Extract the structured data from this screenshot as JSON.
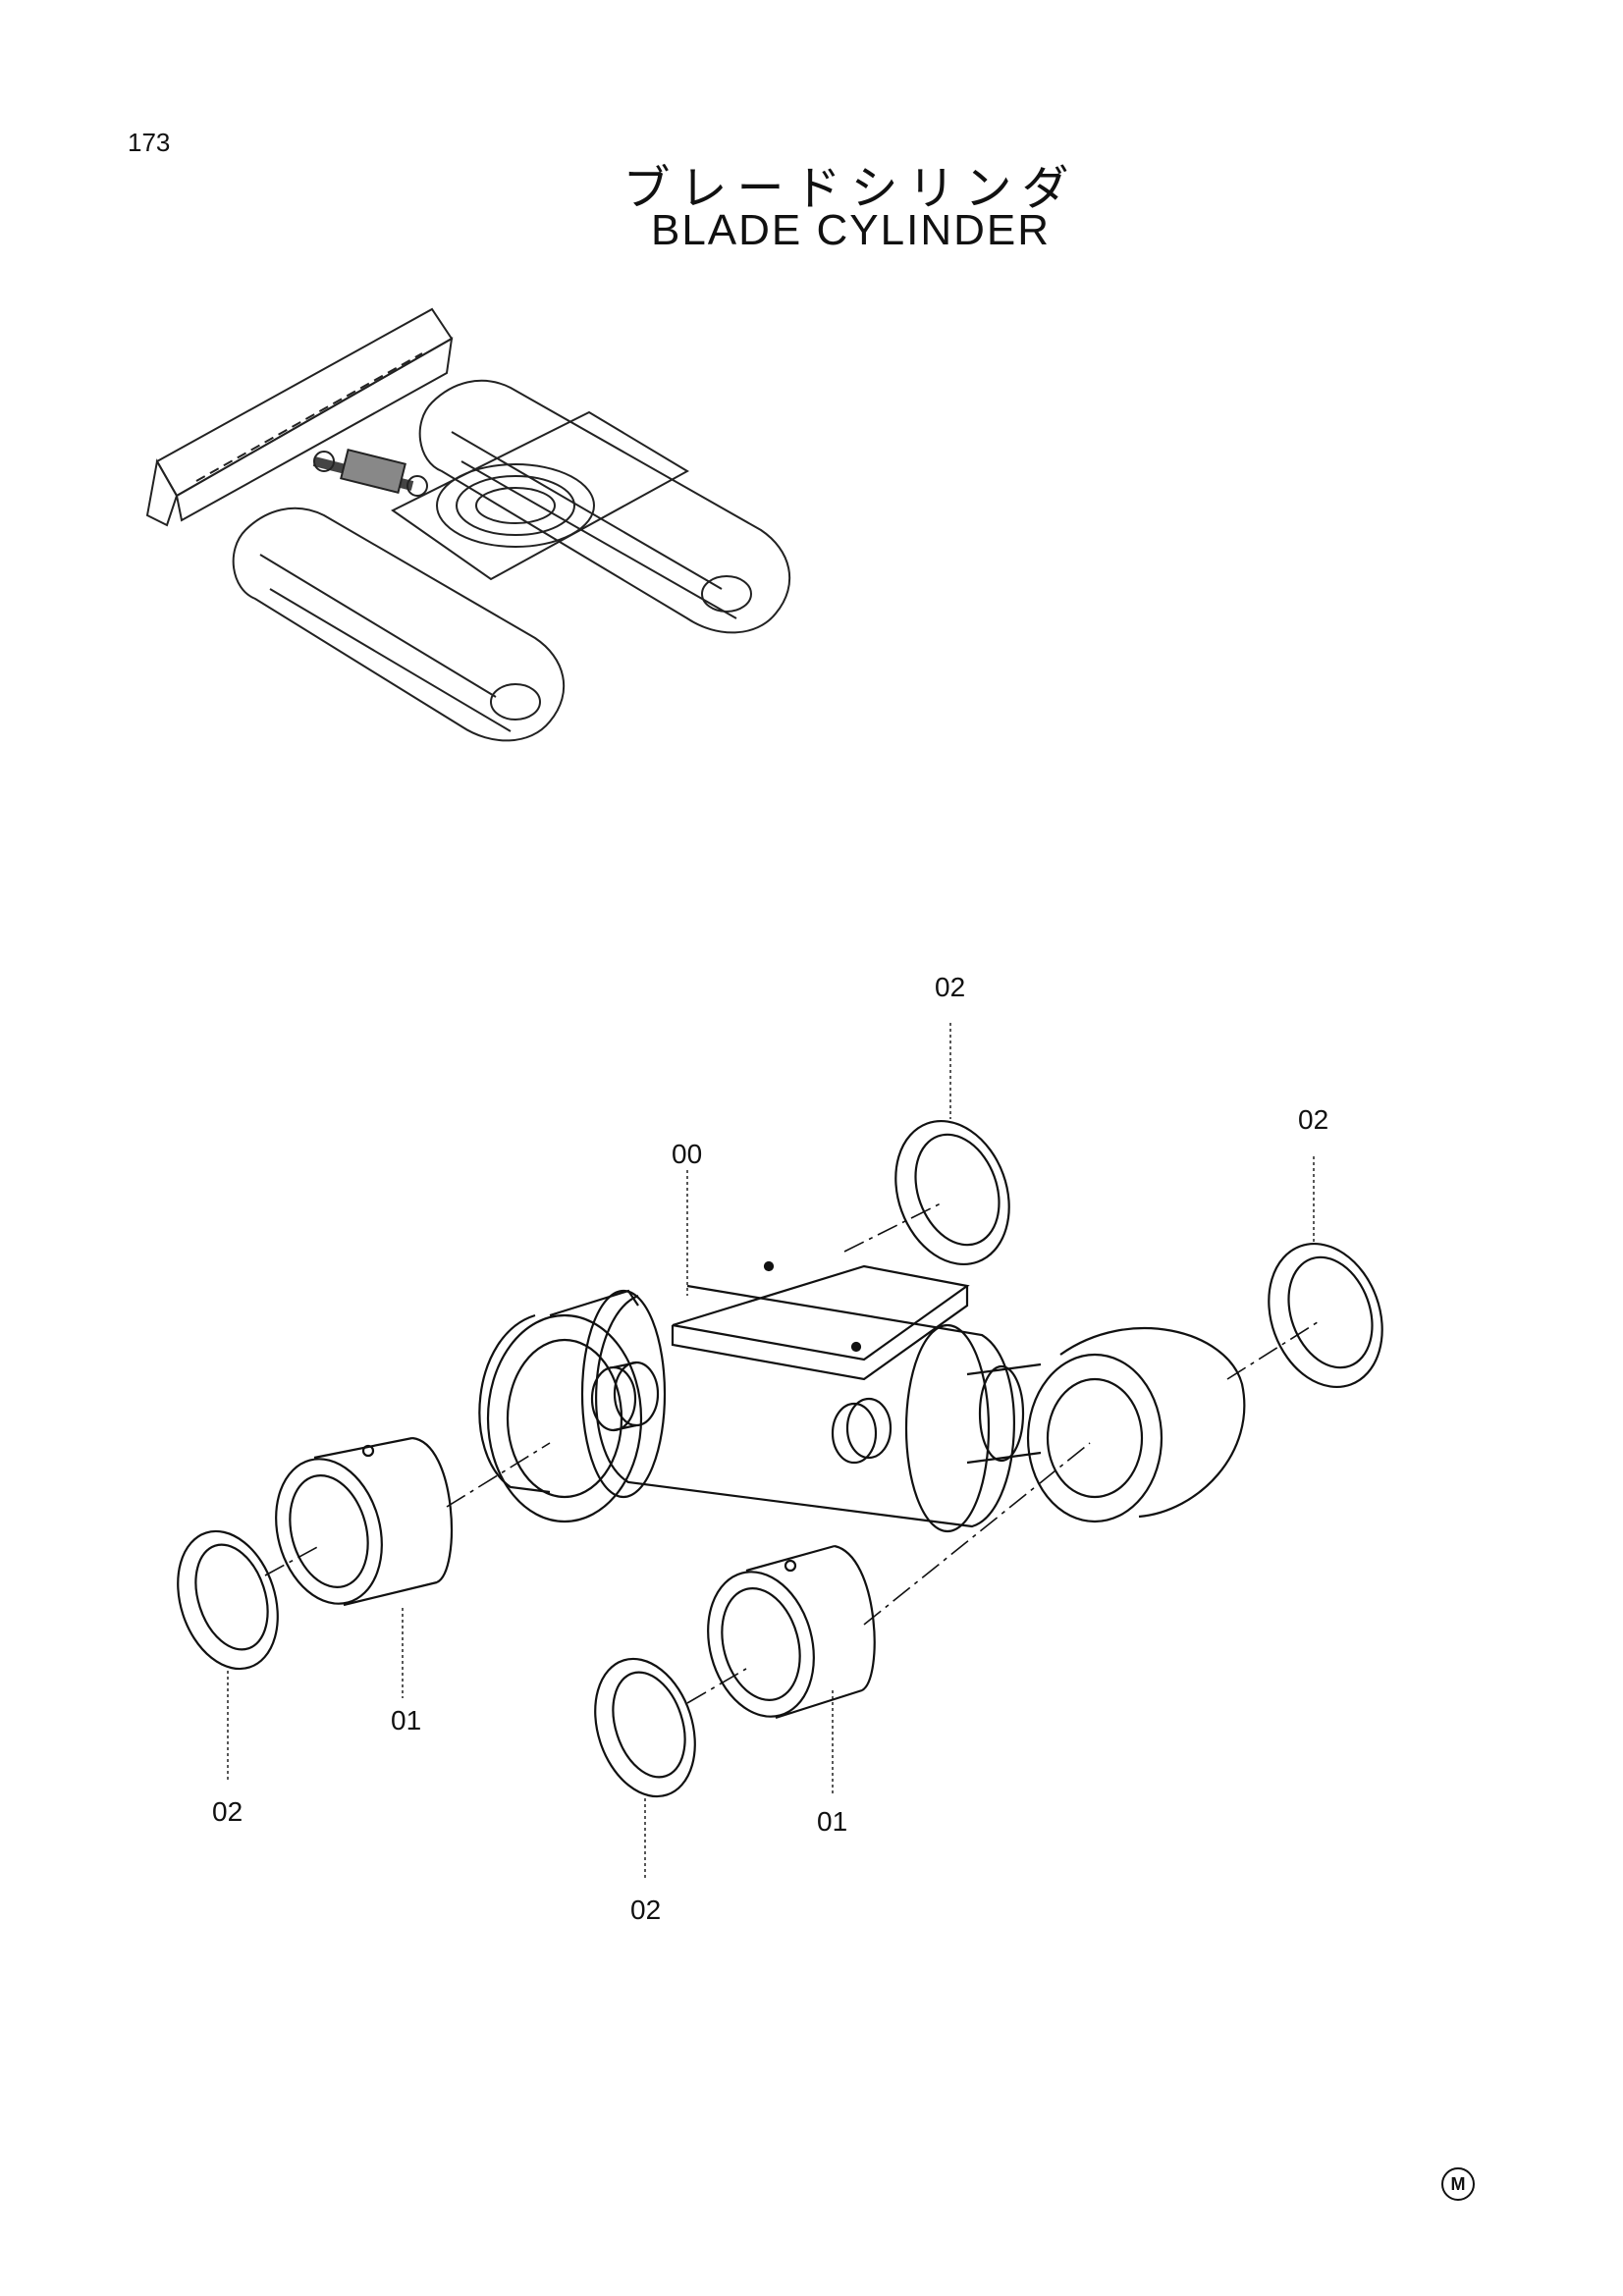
{
  "page_number": "173",
  "title_jp": "ブレードシリンダ",
  "title_en": "BLADE CYLINDER",
  "corner_mark": "M",
  "labels": {
    "top_ring": "02",
    "right_ring": "02",
    "cylinder": "00",
    "left_bushing": "01",
    "left_ring": "02",
    "center_bushing": "01",
    "center_ring": "02"
  }
}
